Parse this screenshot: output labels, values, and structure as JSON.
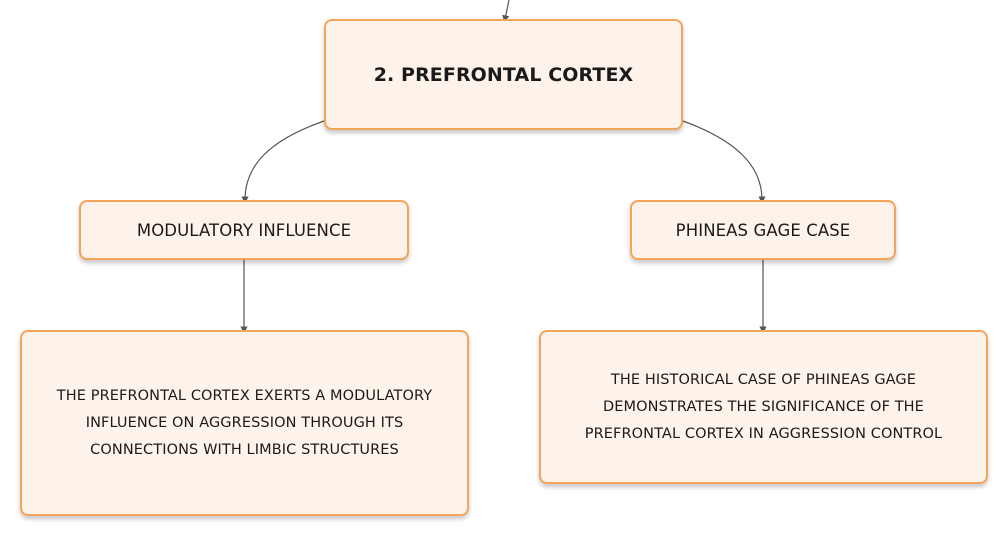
{
  "root": {
    "label": "2. PREFRONTAL CORTEX"
  },
  "branches": [
    {
      "label": "MODULATORY INFLUENCE",
      "detail_lines": [
        "THE PREFRONTAL CORTEX EXERTS A MODULATORY",
        "INFLUENCE ON AGGRESSION THROUGH ITS",
        "CONNECTIONS WITH LIMBIC STRUCTURES"
      ]
    },
    {
      "label": "PHINEAS GAGE CASE",
      "detail_lines": [
        "THE HISTORICAL CASE OF PHINEAS GAGE",
        "DEMONSTRATES THE SIGNIFICANCE OF THE",
        "PREFRONTAL CORTEX IN AGGRESSION CONTROL"
      ]
    }
  ],
  "colors": {
    "node_fill": "#fdf3ea",
    "node_border": "#f5a55a",
    "connector": "#555555"
  }
}
